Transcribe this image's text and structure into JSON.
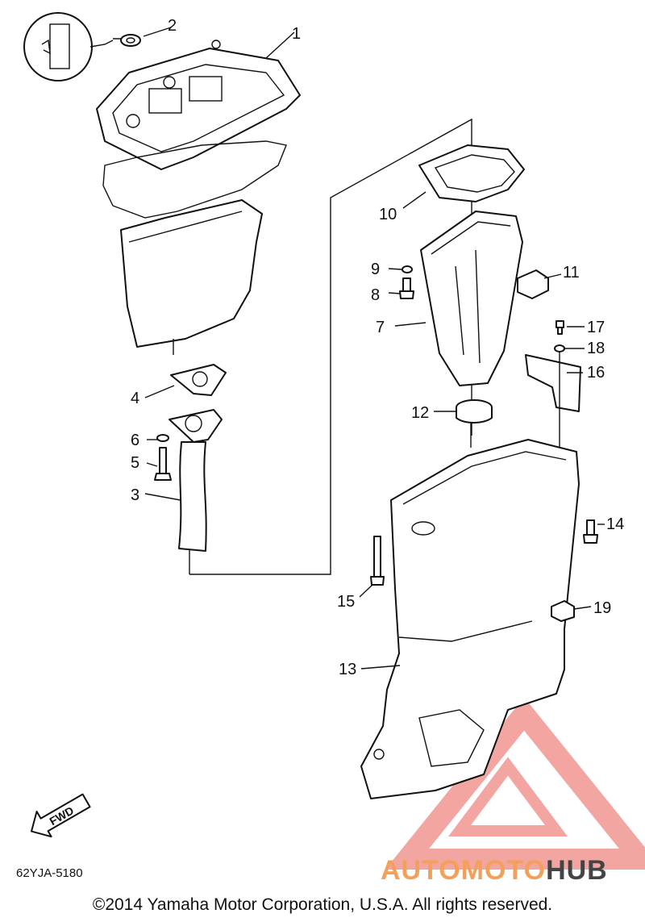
{
  "diagram": {
    "callouts": [
      {
        "id": "c1",
        "text": "1"
      },
      {
        "id": "c2",
        "text": "2"
      },
      {
        "id": "c3",
        "text": "3"
      },
      {
        "id": "c4",
        "text": "4"
      },
      {
        "id": "c5",
        "text": "5"
      },
      {
        "id": "c6",
        "text": "6"
      },
      {
        "id": "c7",
        "text": "7"
      },
      {
        "id": "c8",
        "text": "8"
      },
      {
        "id": "c9",
        "text": "9"
      },
      {
        "id": "c10",
        "text": "10"
      },
      {
        "id": "c11",
        "text": "11"
      },
      {
        "id": "c12",
        "text": "12"
      },
      {
        "id": "c13",
        "text": "13"
      },
      {
        "id": "c14",
        "text": "14"
      },
      {
        "id": "c15",
        "text": "15"
      },
      {
        "id": "c16",
        "text": "16"
      },
      {
        "id": "c17",
        "text": "17"
      },
      {
        "id": "c18",
        "text": "18"
      },
      {
        "id": "c19",
        "text": "19"
      }
    ],
    "fwd_label": "FWD",
    "drawing_code": "62YJA-5180",
    "copyright": "©2014 Yamaha Motor Corporation, U.S.A. All rights reserved.",
    "watermark": {
      "part1": "AUTOMOTO",
      "part2": "HUB",
      "color_accent": "#f08a80",
      "color_text": "#444444"
    }
  }
}
